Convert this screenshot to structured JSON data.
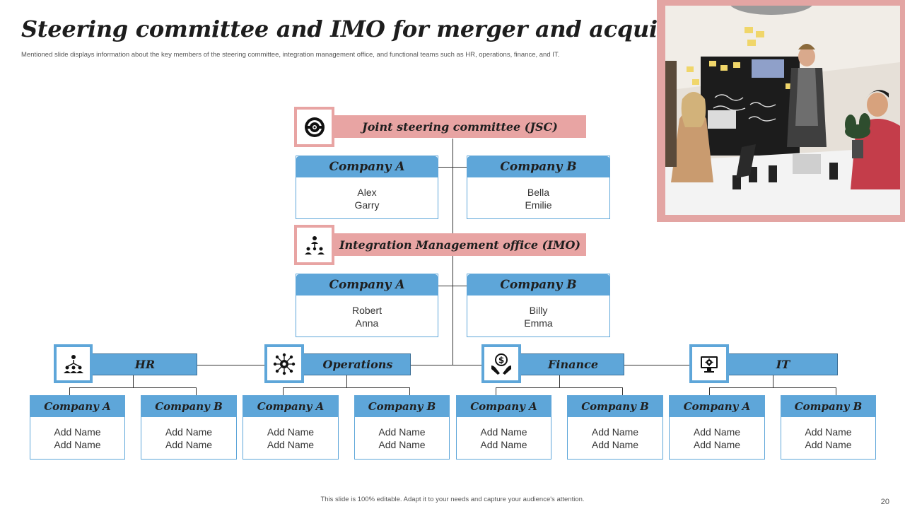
{
  "title": "Steering committee and IMO for merger and acquisition",
  "subtitle": "Mentioned slide displays information about the key members of the steering committee, integration management office, and functional teams such as HR, operations, finance, and IT.",
  "jsc": {
    "label": "Joint steering committee (JSC)",
    "icon": "steering-wheel-icon",
    "companies": [
      {
        "name": "Company A",
        "members": [
          "Alex",
          "Garry"
        ]
      },
      {
        "name": "Company B",
        "members": [
          "Bella",
          "Emilie"
        ]
      }
    ]
  },
  "imo": {
    "label": "Integration Management office (IMO)",
    "icon": "team-network-icon",
    "companies": [
      {
        "name": "Company A",
        "members": [
          "Robert",
          "Anna"
        ]
      },
      {
        "name": "Company B",
        "members": [
          "Billy",
          "Emma"
        ]
      }
    ]
  },
  "teams": [
    {
      "label": "HR",
      "icon": "people-group-icon",
      "companies": [
        {
          "name": "Company A",
          "members": [
            "Add Name",
            "Add Name"
          ]
        },
        {
          "name": "Company B",
          "members": [
            "Add Name",
            "Add Name"
          ]
        }
      ]
    },
    {
      "label": "Operations",
      "icon": "gear-network-icon",
      "companies": [
        {
          "name": "Company A",
          "members": [
            "Add Name",
            "Add Name"
          ]
        },
        {
          "name": "Company B",
          "members": [
            "Add Name",
            "Add Name"
          ]
        }
      ]
    },
    {
      "label": "Finance",
      "icon": "dollar-hands-icon",
      "companies": [
        {
          "name": "Company A",
          "members": [
            "Add Name",
            "Add Name"
          ]
        },
        {
          "name": "Company B",
          "members": [
            "Add Name",
            "Add Name"
          ]
        }
      ]
    },
    {
      "label": "IT",
      "icon": "monitor-gear-icon",
      "companies": [
        {
          "name": "Company A",
          "members": [
            "Add Name",
            "Add Name"
          ]
        },
        {
          "name": "Company B",
          "members": [
            "Add Name",
            "Add Name"
          ]
        }
      ]
    }
  ],
  "footer": "This slide is 100% editable. Adapt it to your needs and capture your audience's attention.",
  "page_number": "20",
  "colors": {
    "pink": "#e8a4a3",
    "blue": "#5ea6d9",
    "text": "#1f1f1f"
  }
}
